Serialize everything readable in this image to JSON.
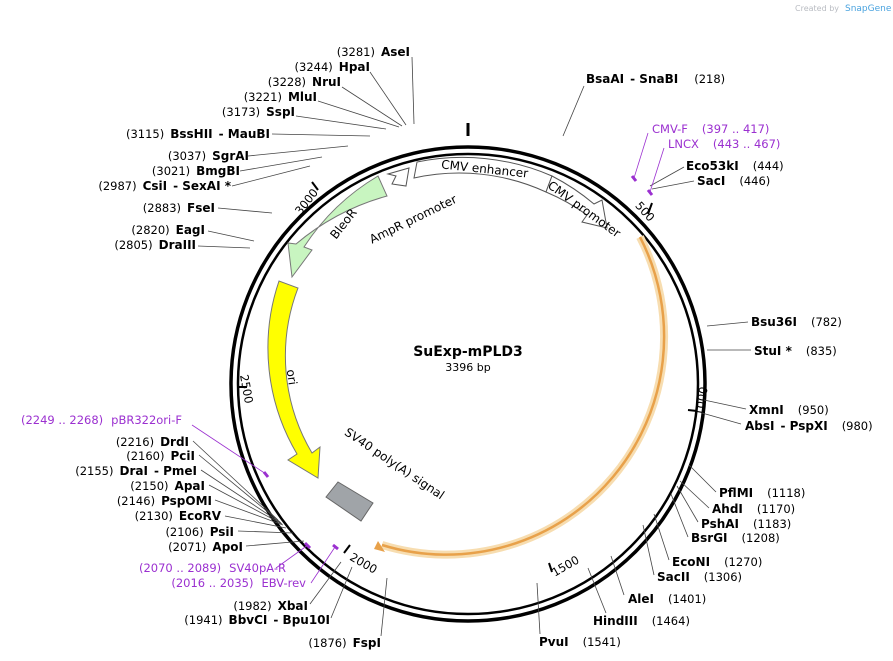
{
  "credit": {
    "created_by": "Created by",
    "brand": "SnapGene"
  },
  "plasmid": {
    "name": "SuExp-mPLD3",
    "length": "3396 bp"
  },
  "ticks": [
    "500",
    "1000",
    "1500",
    "2000",
    "2500",
    "3000"
  ],
  "features": {
    "cmv_enhancer": "CMV enhancer",
    "cmv_promoter": "CMV promoter",
    "ampr_promoter": "AmpR promoter",
    "bleor": "BleoR",
    "ori": "ori",
    "sv40": "SV40 poly(A) signal"
  },
  "sites_right": [
    {
      "name": "BsaAI",
      "extra": "-  SnaBI",
      "pos": "(218)"
    },
    {
      "name": "Eco53kI",
      "extra": "",
      "pos": "(444)"
    },
    {
      "name": "SacI",
      "extra": "",
      "pos": "(446)"
    },
    {
      "name": "Bsu36I",
      "extra": "",
      "pos": "(782)"
    },
    {
      "name": "StuI *",
      "extra": "",
      "pos": "(835)"
    },
    {
      "name": "XmnI",
      "extra": "",
      "pos": "(950)"
    },
    {
      "name": "AbsI",
      "extra": "-  PspXI",
      "pos": "(980)"
    },
    {
      "name": "PflMI",
      "extra": "",
      "pos": "(1118)"
    },
    {
      "name": "AhdI",
      "extra": "",
      "pos": "(1170)"
    },
    {
      "name": "PshAI",
      "extra": "",
      "pos": "(1183)"
    },
    {
      "name": "BsrGI",
      "extra": "",
      "pos": "(1208)"
    },
    {
      "name": "EcoNI",
      "extra": "",
      "pos": "(1270)"
    },
    {
      "name": "SacII",
      "extra": "",
      "pos": "(1306)"
    },
    {
      "name": "AleI",
      "extra": "",
      "pos": "(1401)"
    },
    {
      "name": "HindIII",
      "extra": "",
      "pos": "(1464)"
    },
    {
      "name": "PvuI",
      "extra": "",
      "pos": "(1541)"
    }
  ],
  "sites_left": [
    {
      "name": "AseI",
      "extra": "",
      "pos": "(3281)"
    },
    {
      "name": "HpaI",
      "extra": "",
      "pos": "(3244)"
    },
    {
      "name": "NruI",
      "extra": "",
      "pos": "(3228)"
    },
    {
      "name": "MluI",
      "extra": "",
      "pos": "(3221)"
    },
    {
      "name": "SspI",
      "extra": "",
      "pos": "(3173)"
    },
    {
      "name": "BssHII",
      "extra": "-  MauBI",
      "pos": "(3115)"
    },
    {
      "name": "SgrAI",
      "extra": "",
      "pos": "(3037)"
    },
    {
      "name": "BmgBI",
      "extra": "",
      "pos": "(3021)"
    },
    {
      "name": "CsiI",
      "extra": "-  SexAI *",
      "pos": "(2987)"
    },
    {
      "name": "FseI",
      "extra": "",
      "pos": "(2883)"
    },
    {
      "name": "EagI",
      "extra": "",
      "pos": "(2820)"
    },
    {
      "name": "DraIII",
      "extra": "",
      "pos": "(2805)"
    },
    {
      "name": "DrdI",
      "extra": "",
      "pos": "(2216)"
    },
    {
      "name": "PciI",
      "extra": "",
      "pos": "(2160)"
    },
    {
      "name": "DraI",
      "extra": "-  PmeI",
      "pos": "(2155)"
    },
    {
      "name": "ApaI",
      "extra": "",
      "pos": "(2150)"
    },
    {
      "name": "PspOMI",
      "extra": "",
      "pos": "(2146)"
    },
    {
      "name": "EcoRV",
      "extra": "",
      "pos": "(2130)"
    },
    {
      "name": "PsiI",
      "extra": "",
      "pos": "(2106)"
    },
    {
      "name": "ApoI",
      "extra": "",
      "pos": "(2071)"
    },
    {
      "name": "XbaI",
      "extra": "",
      "pos": "(1982)"
    },
    {
      "name": "BbvCI",
      "extra": "-  Bpu10I",
      "pos": "(1941)"
    },
    {
      "name": "FspI",
      "extra": "",
      "pos": "(1876)"
    }
  ],
  "primers": [
    {
      "name": "CMV-F",
      "range": "(397 .. 417)"
    },
    {
      "name": "LNCX",
      "range": "(443 .. 467)"
    },
    {
      "name": "pBR322ori-F",
      "range": "(2249 .. 2268)"
    },
    {
      "name": "SV40pA-R",
      "range": "(2070 .. 2089)"
    },
    {
      "name": "EBV-rev",
      "range": "(2016 .. 2035)"
    }
  ],
  "colors": {
    "backbone": "#000000",
    "insert": "#e8a14a",
    "insert_glow": "#f7ddb0",
    "bleor": "#c8f5c0",
    "ori": "#ffff00",
    "sv40": "#a0a4a8",
    "primer": "#9b30d0"
  }
}
